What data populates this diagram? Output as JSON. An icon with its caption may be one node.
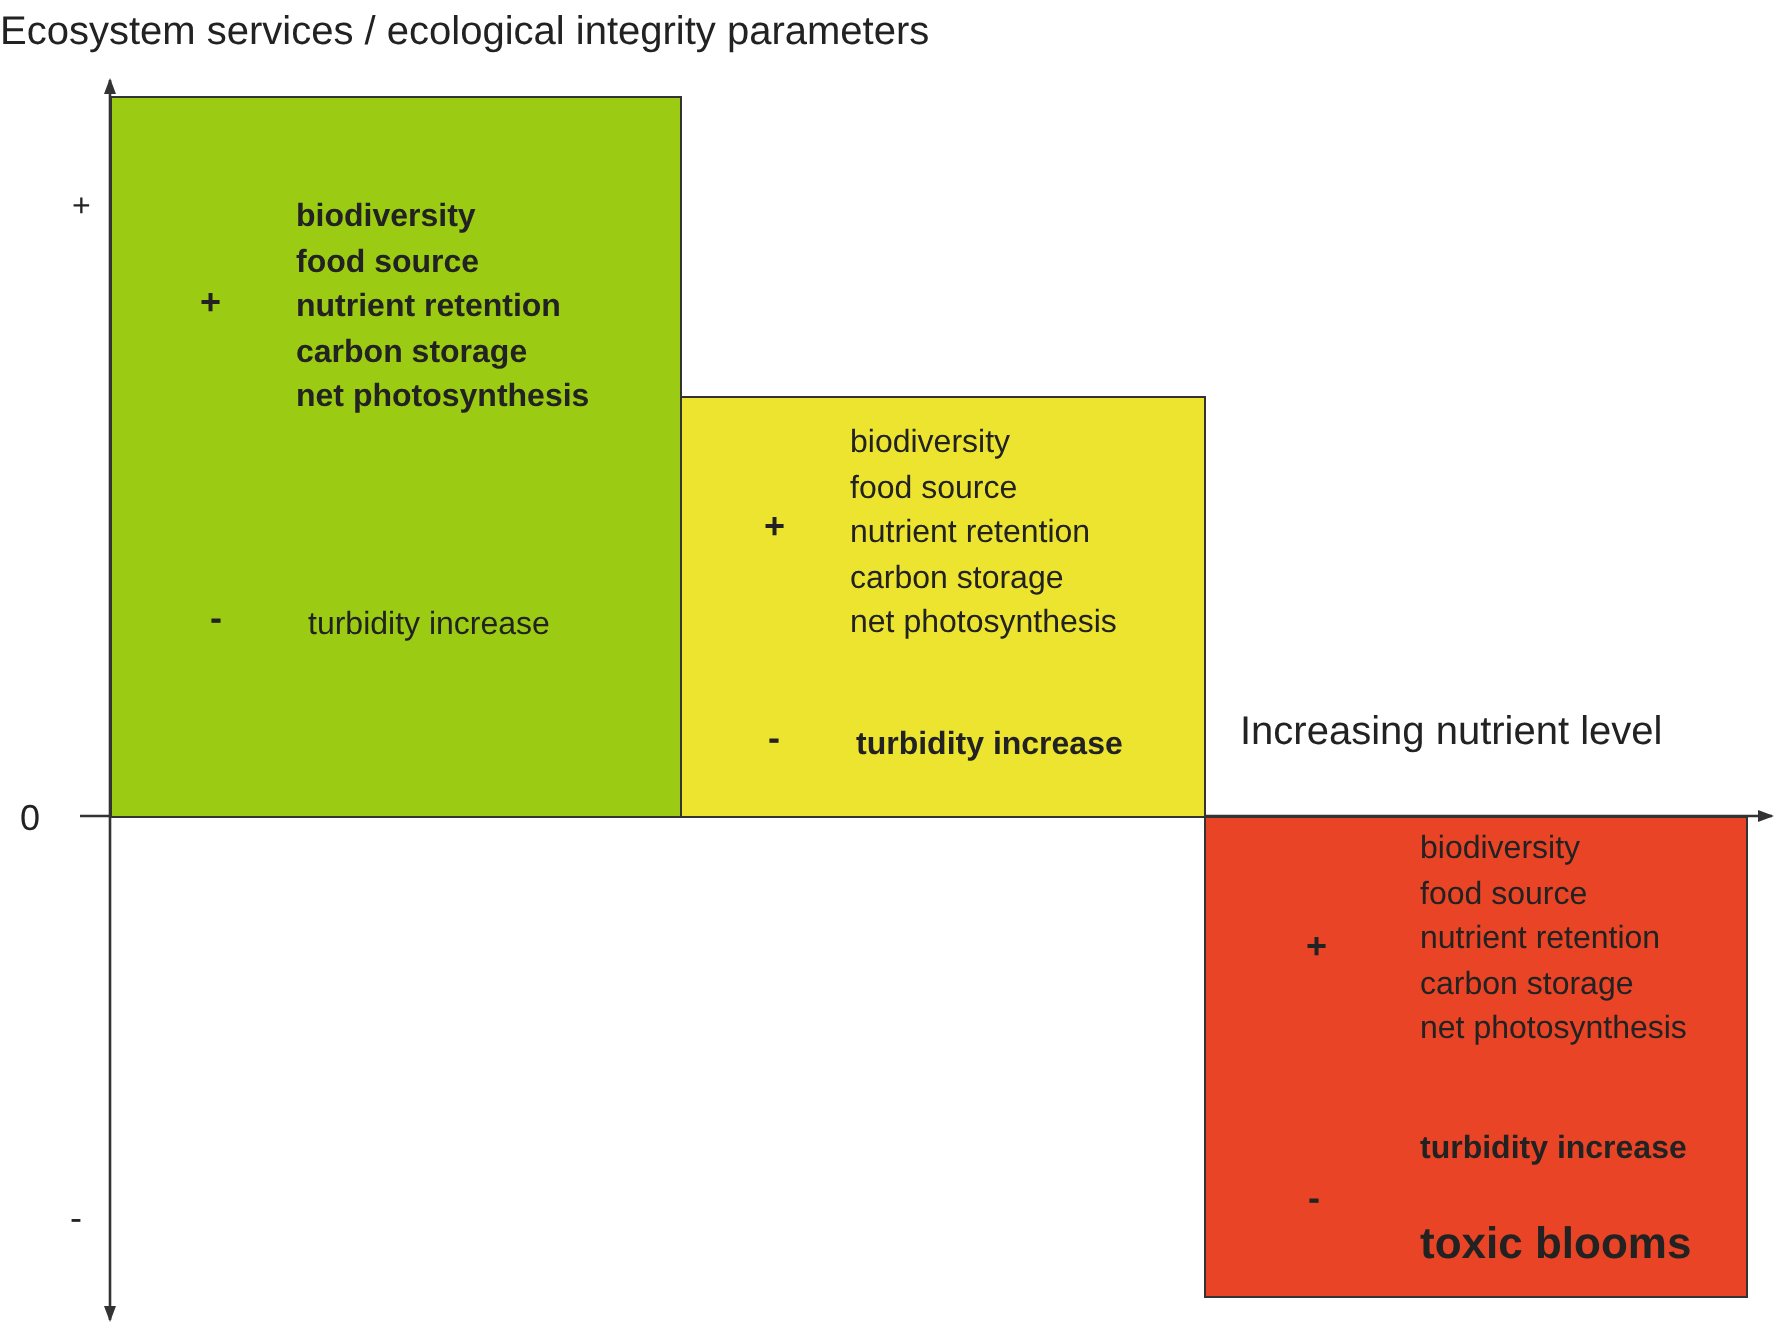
{
  "diagram": {
    "nodes": [
      {
        "text": [
          "+",
          "biodiversity",
          "food source",
          "nutrient retention",
          "carbon storage",
          "net photosynthesis",
          "-",
          "turbidity increase"
        ]
      },
      {
        "text": [
          "+",
          "biodiversity",
          "food source",
          "nutrient retention",
          "carbon storage",
          "net photosynthesis",
          "-",
          "turbidity increase"
        ]
      },
      {
        "text": [
          "+",
          "biodiversity",
          "food source",
          "nutrient retention",
          "carbon storage",
          "net photosynthesis",
          "turbidity increase",
          "-",
          "toxic blooms"
        ]
      }
    ],
    "labels": [
      "Ecosystem services / ecological integrity parameters",
      "+",
      "0",
      "-",
      "Increasing nutrient level"
    ]
  }
}
